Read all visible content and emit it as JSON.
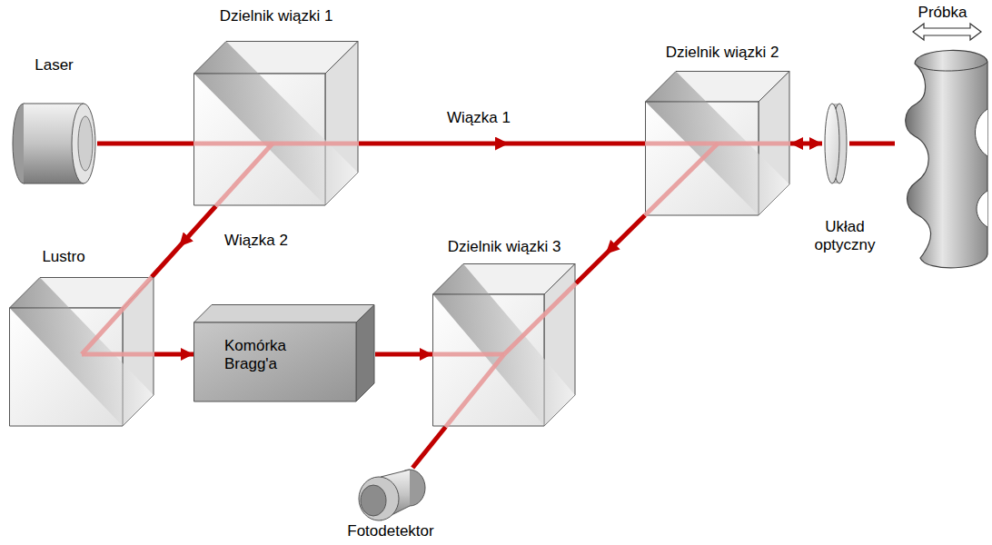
{
  "diagram": {
    "nodes": [
      {
        "text": [
          "Laser"
        ]
      },
      {
        "text": [
          "Dzielnik wiązki 1"
        ]
      },
      {
        "text": [
          "Dzielnik wiązki 2"
        ]
      },
      {
        "text": [
          "Układ optyczny"
        ]
      },
      {
        "text": [
          "Próbka"
        ]
      },
      {
        "text": [
          "Lustro"
        ]
      },
      {
        "text": [
          "Komórka Bragg'a"
        ]
      },
      {
        "text": [
          "Dzielnik wiązki 3"
        ]
      },
      {
        "text": [
          "Fotodetektor"
        ]
      }
    ],
    "edges": [
      {
        "from": 0,
        "to": 1,
        "arrow": "none"
      },
      {
        "from": 1,
        "to": 2,
        "label": "Wiązka 1",
        "arrow": "to"
      },
      {
        "from": 2,
        "to": 3,
        "arrow": "both"
      },
      {
        "from": 3,
        "to": 4,
        "arrow": "none"
      },
      {
        "from": 1,
        "to": 5,
        "label": "Wiązka 2",
        "arrow": "to"
      },
      {
        "from": 5,
        "to": 6,
        "arrow": "to"
      },
      {
        "from": 6,
        "to": 7,
        "arrow": "to"
      },
      {
        "from": 2,
        "to": 7,
        "arrow": "to"
      },
      {
        "from": 7,
        "to": 8,
        "arrow": "none"
      }
    ]
  }
}
